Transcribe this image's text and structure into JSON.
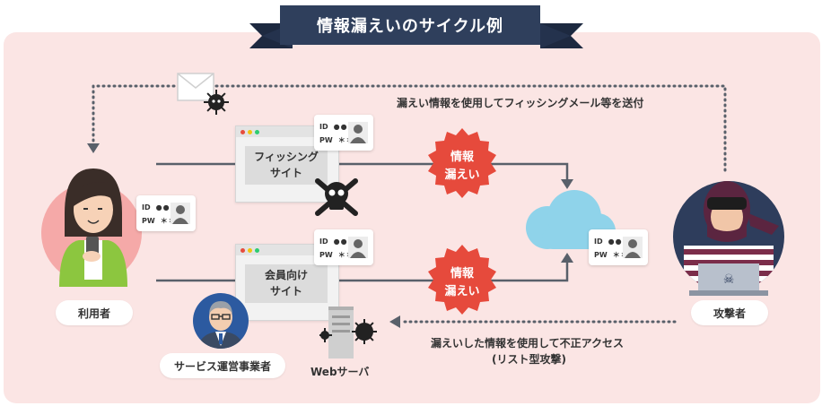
{
  "title": "情報漏えいのサイクル例",
  "actors": {
    "user": "利用者",
    "attacker": "攻撃者",
    "operator": "サービス運営事業者",
    "web_server": "Webサーバ"
  },
  "sites": {
    "phishing": [
      "フィッシング",
      "サイト"
    ],
    "member": [
      "会員向け",
      "サイト"
    ]
  },
  "leak_badge": [
    "情報",
    "漏えい"
  ],
  "credentials": {
    "id_label": "ID",
    "id_value": "●●●",
    "pw_label": "PW",
    "pw_value": "＊＊＊"
  },
  "flows": {
    "top": "漏えい情報を使用してフィッシングメール等を送付",
    "bottom_line1": "漏えいした情報を使用して不正アクセス",
    "bottom_line2": "(リスト型攻撃)"
  },
  "icons": {
    "mail": "envelope-icon",
    "virus": "virus-icon",
    "skull": "skull-crossbones-icon",
    "cloud": "cloud-icon",
    "server": "server-icon"
  },
  "colors": {
    "background_panel": "#fbe5e4",
    "ribbon": "#2f3f5c",
    "leak_badge": "#e64a3c",
    "cloud": "#8fd3ea",
    "arrow_line": "#59606a",
    "user_circle": "#f5a9a8",
    "attacker_circle": "#2e3d5c"
  }
}
